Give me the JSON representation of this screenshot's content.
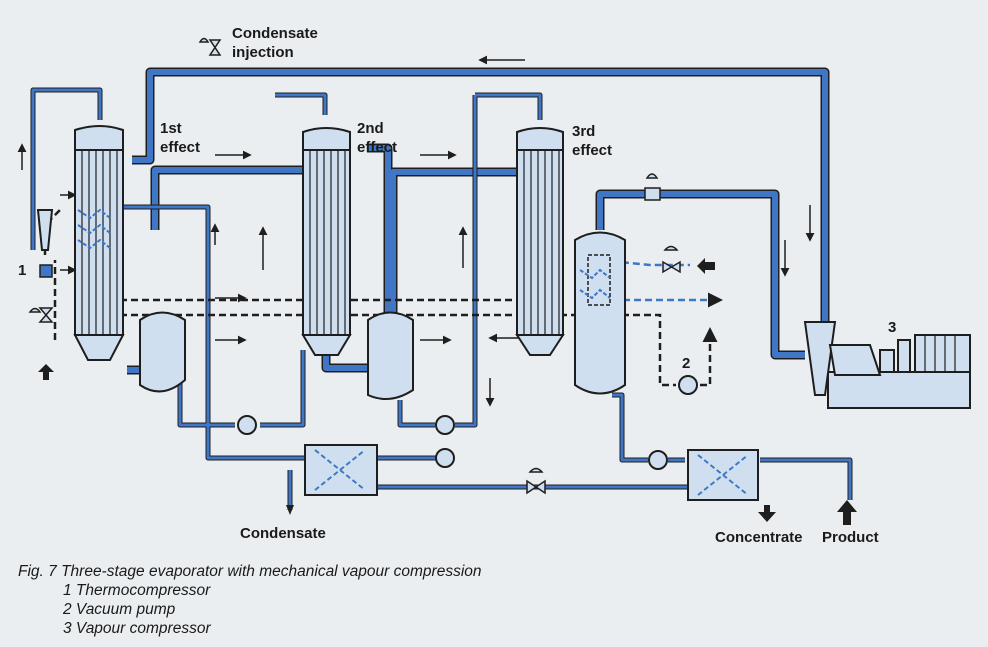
{
  "labels": {
    "condensate_injection_1": "Condensate",
    "condensate_injection_2": "injection",
    "first_effect_1": "1st",
    "first_effect_2": "effect",
    "second_effect_1": "2nd",
    "second_effect_2": "effect",
    "third_effect_1": "3rd",
    "third_effect_2": "effect",
    "num_1": "1",
    "num_2": "2",
    "num_3": "3",
    "condensate": "Condensate",
    "concentrate": "Concentrate",
    "product": "Product"
  },
  "caption": {
    "title": "Fig. 7 Three-stage evaporator with mechanical vapour compression",
    "items": [
      "1 Thermocompressor",
      "2 Vacuum pump",
      "3 Vapour compressor"
    ]
  },
  "colors": {
    "pipe": "#3f76c5",
    "vessel_fill": "#cfdff0",
    "outline": "#1e1e1e",
    "background": "#ebeef0"
  }
}
